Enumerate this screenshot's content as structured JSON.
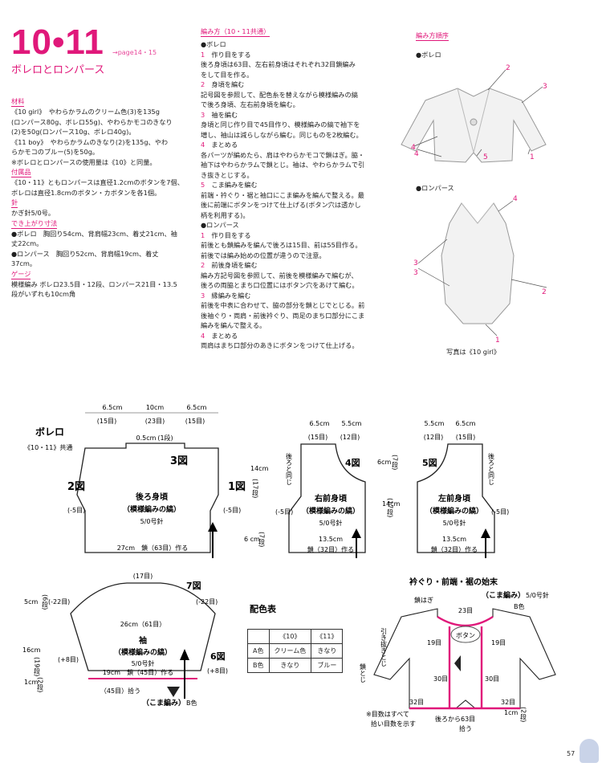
{
  "header": {
    "number": "10•11",
    "page_ref": "→page14・15",
    "subtitle": "ボレロとロンパース"
  },
  "materials": {
    "heading": "材料",
    "lines": [
      "《10 girl》　やわらかラムのクリーム色(3)を135g",
      "(ロンパース80g、ボレロ55g)、やわらかモコのきなり",
      "(2)を50g(ロンパース10g、ボレロ40g)。",
      "《11 boy》　やわらかラムのきなり(2)を135g、やわ",
      "らかモコのブルー(5)を50g。",
      "※ボレロとロンパースの使用量は《10》と同量。"
    ]
  },
  "notions": {
    "heading": "付属品",
    "lines": [
      "《10・11》ともロンパースは直径1.2cmのボタンを7個、",
      "ボレロは直径1.8cmのボタン・カボタンを各1個。"
    ]
  },
  "needle": {
    "heading": "針",
    "lines": [
      "かぎ針5/0号。"
    ]
  },
  "size": {
    "heading": "でき上がり寸法",
    "lines": [
      "●ボレロ　胸回り54cm、背肩幅23cm、着丈21cm、袖",
      "丈22cm。",
      "●ロンパース　胸回り52cm、背肩幅19cm、着丈",
      "37cm。"
    ]
  },
  "gauge": {
    "heading": "ゲージ",
    "lines": [
      "模様編み ボレロ23.5目・12段、ロンパース21目・13.5",
      "段がいずれも10cm角"
    ]
  },
  "howto": {
    "heading": "編み方（10・11共通）",
    "lines": [
      {
        "t": "●ボレロ"
      },
      {
        "n": "1",
        "t": "作り目をする"
      },
      {
        "t": "後ろ身頃は63目、左右前身頃はそれぞれ32目鎖編み"
      },
      {
        "t": "をして目を作る。"
      },
      {
        "n": "2",
        "t": "身頃を編む"
      },
      {
        "t": "記号図を参照して、配色糸を替えながら模様編みの縞"
      },
      {
        "t": "で後ろ身頃、左右前身頃を編む。"
      },
      {
        "n": "3",
        "t": "袖を編む"
      },
      {
        "t": "身頃と同じ作り目で45目作り、模様編みの縞で袖下を"
      },
      {
        "t": "増し、袖山は減らしながら編む。同じものを2枚編む。"
      },
      {
        "n": "4",
        "t": "まとめる"
      },
      {
        "t": "各パーツが編めたら、肩はやわらかモコで鎖はぎ。脇・"
      },
      {
        "t": "袖下はやわらかラムで鎖とじ。袖は、やわらかラムで引"
      },
      {
        "t": "き抜きとじする。"
      },
      {
        "n": "5",
        "t": "こま編みを編む"
      },
      {
        "t": "前端・衿ぐり・裾と袖口にこま編みを編んで整える。最"
      },
      {
        "t": "後に前端にボタンをつけて仕上げる(ボタン穴は透かし"
      },
      {
        "t": "柄を利用する)。"
      },
      {
        "t": "●ロンパース"
      },
      {
        "n": "1",
        "t": "作り目をする"
      },
      {
        "t": "前後とも鎖編みを編んで後ろは15目、前は55目作る。"
      },
      {
        "t": "前後では編み始めの位置が違うので注意。"
      },
      {
        "n": "2",
        "t": "前後身頃を編む"
      },
      {
        "t": "編み方記号図を参照して、前後を模様編みで編むが、"
      },
      {
        "t": "後ろの両脇とまち口位置にはボタン穴をあけて編む。"
      },
      {
        "n": "3",
        "t": "縁編みを編む"
      },
      {
        "t": "前後を中表に合わせて、脇の部分を鎖とじでとじる。前"
      },
      {
        "t": "後袖ぐり・両肩・前後衿ぐり、両足のまち口部分にこま"
      },
      {
        "t": "編みを編んで整える。"
      },
      {
        "n": "4",
        "t": "まとめる"
      },
      {
        "t": "両肩はまち口部分のあきにボタンをつけて仕上げる。"
      }
    ]
  },
  "order": {
    "heading": "編み方順序",
    "bolero_label": "●ボレロ",
    "romper_label": "●ロンパース",
    "caption": "写真は《10 girl》",
    "bolero_nums": [
      "2",
      "3",
      "4",
      "4",
      "5",
      "1"
    ],
    "romper_nums": [
      "4",
      "3",
      "3",
      "2",
      "1"
    ]
  },
  "diagram": {
    "title": "ボレロ",
    "subtitle": "《10・11》共通",
    "back": {
      "top_dims": [
        "6.5cm",
        "10cm",
        "6.5cm"
      ],
      "top_rows": [
        "(15目)",
        "(23目)",
        "(15目)"
      ],
      "neck": "0.5cm",
      "neck_rows": "(1段)",
      "fig3": "3図",
      "fig2": "2図",
      "fig1": "1図",
      "name": "後ろ身頃",
      "pattern": "（模様編みの縞）",
      "needle": "5/0号針",
      "dec_left": "(-5目)",
      "dec_right": "(-5目)",
      "bottom": "27cm　鎖（63目）作る"
    },
    "right_front": {
      "top_dims": [
        "6.5cm",
        "5.5cm"
      ],
      "top_rows": [
        "(15目)",
        "(12目)"
      ],
      "same": "後ろと同じ",
      "fig": "4図",
      "name": "右前身頃",
      "pattern": "（模様編みの縞）",
      "needle": "5/0号針",
      "dec": "(-5目)",
      "bottom_dim": "13.5cm",
      "bottom": "鎖（32目）作る",
      "h1": "14cm",
      "h1r": "(17段)",
      "h2": "6 cm",
      "h2r": "(7段)"
    },
    "left_front": {
      "top_dims": [
        "5.5cm",
        "6.5cm"
      ],
      "top_rows": [
        "(12目)",
        "(15目)"
      ],
      "same": "後ろと同じ",
      "fig": "5図",
      "name": "左前身頃",
      "pattern": "（模様編みの縞）",
      "needle": "5/0号針",
      "dec": "(-5目)",
      "bottom_dim": "13.5cm",
      "bottom": "鎖（32目）作る",
      "h1": "6cm",
      "h1r": "(7段)",
      "h2": "14cm",
      "h2r": "(17段)"
    },
    "sleeve": {
      "top": "(17目)",
      "fig7": "7図",
      "fig6": "6図",
      "dec_l": "(-22目)",
      "dec_r": "(-22目)",
      "width": "26cm（61目）",
      "name": "袖",
      "pattern": "（模様編みの縞）",
      "needle": "5/0号針",
      "inc_l": "(+8目)",
      "inc_r": "(+8目)",
      "bottom": "19cm　鎖（45目）作る",
      "pickup": "（45目）拾う",
      "edge": "（こま編み）",
      "color": "B色",
      "h1": "5cm",
      "h1r": "(6段)",
      "h2": "16cm",
      "h2r": "(19段)",
      "h3": "1cm",
      "h3r": "(2段)"
    },
    "color_table": {
      "title": "配色表",
      "headers": [
        "",
        "《10》",
        "《11》"
      ],
      "rows": [
        [
          "A色",
          "クリーム色",
          "きなり"
        ],
        [
          "B色",
          "きなり",
          "ブルー"
        ]
      ]
    },
    "edging": {
      "title": "衿ぐり・前端・裾の始末",
      "method": "（こま編み）",
      "needle": "5/0号針",
      "color": "B色",
      "sew1": "鎖はぎ",
      "sew2": "引き抜きとじ",
      "sew3": "鎖とじ",
      "button": "ボタン",
      "counts": [
        "23目",
        "19目",
        "19目",
        "30目",
        "30目",
        "32目",
        "32目"
      ],
      "note1": "※目数はすべて",
      "note2": "拾い目数を示す",
      "back_pick": "後ろから63目",
      "back_pick2": "拾う",
      "h": "1cm",
      "hr": "(2段)"
    }
  },
  "page_number": "57"
}
